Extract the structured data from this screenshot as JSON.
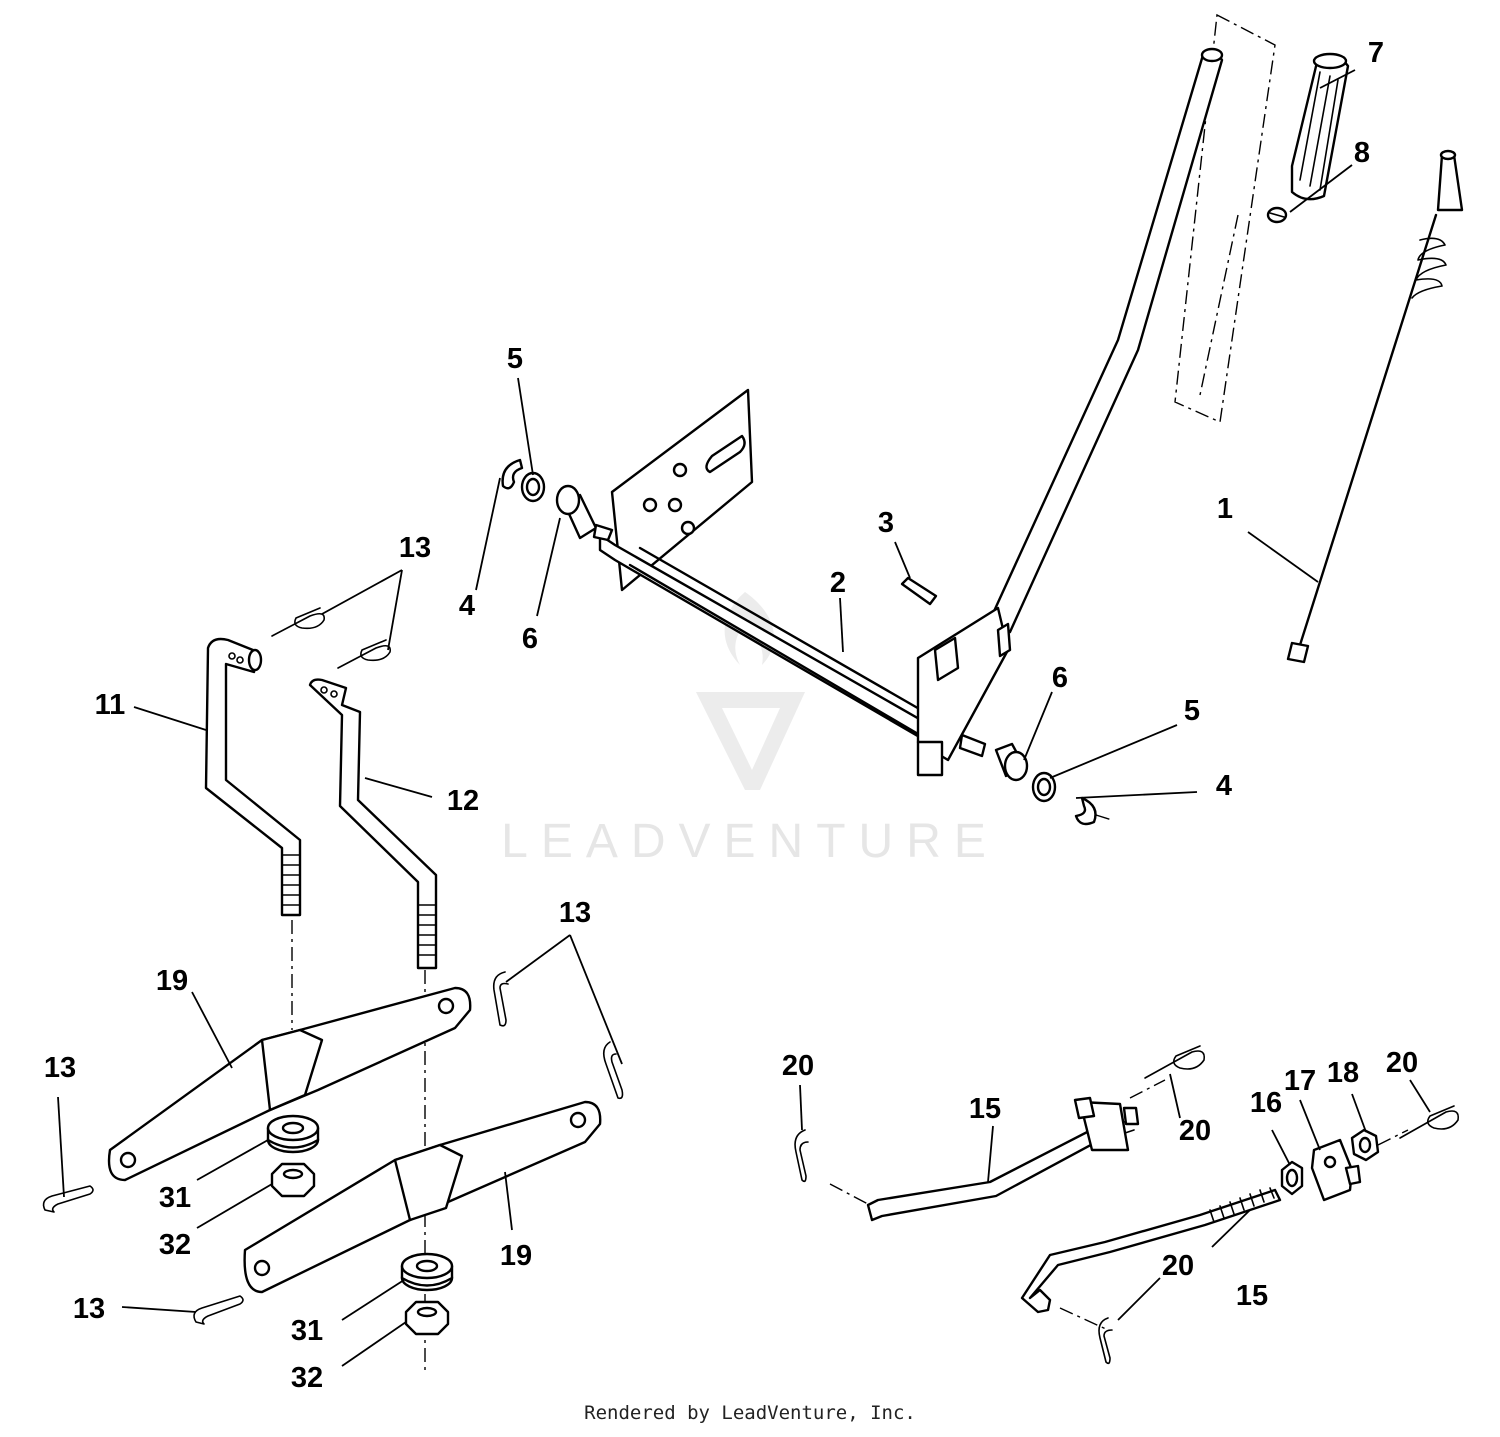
{
  "watermark": {
    "text": "LEADVENTURE"
  },
  "footer": {
    "text": "Rendered by LeadVenture, Inc."
  },
  "callouts": {
    "c1": "1",
    "c2": "2",
    "c3": "3",
    "c4a": "4",
    "c4b": "4",
    "c5a": "5",
    "c5b": "5",
    "c6a": "6",
    "c6b": "6",
    "c7": "7",
    "c8": "8",
    "c11": "11",
    "c12": "12",
    "c13a": "13",
    "c13b": "13",
    "c13c": "13",
    "c13d": "13",
    "c15a": "15",
    "c15b": "15",
    "c16": "16",
    "c17": "17",
    "c18": "18",
    "c19a": "19",
    "c19b": "19",
    "c20a": "20",
    "c20b": "20",
    "c20c": "20",
    "c20d": "20",
    "c31a": "31",
    "c31b": "31",
    "c32a": "32",
    "c32b": "32"
  }
}
